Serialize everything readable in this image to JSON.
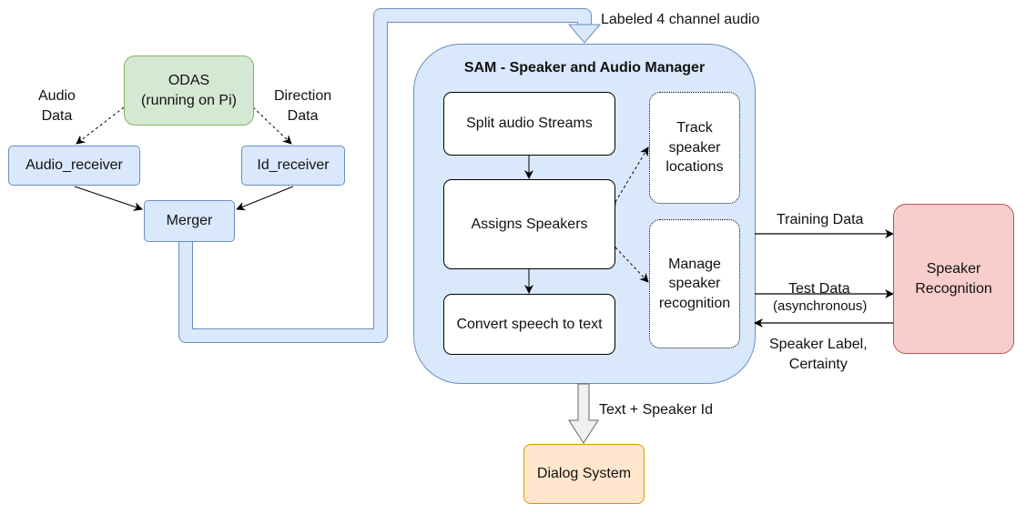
{
  "nodes": {
    "odas": "ODAS\n(running on Pi)",
    "audio_receiver": "Audio_receiver",
    "id_receiver": "Id_receiver",
    "merger": "Merger",
    "sam_title": "SAM - Speaker and Audio Manager",
    "split_audio": "Split audio Streams",
    "assign_speakers": "Assigns Speakers",
    "convert_speech": "Convert speech to text",
    "track_locations": "Track\nspeaker\nlocations",
    "manage_recognition": "Manage\nspeaker\nrecognition",
    "speaker_recognition": "Speaker\nRecognition",
    "dialog_system": "Dialog System"
  },
  "edges": {
    "audio_data": "Audio\nData",
    "direction_data": "Direction\nData",
    "labeled_audio": "Labeled 4 channel audio",
    "training_data": "Training Data",
    "test_data": "Test Data",
    "asynchronous": "(asynchronous)",
    "speaker_label": "Speaker Label,\nCertainty",
    "text_speaker_id": "Text + Speaker Id"
  },
  "colors": {
    "blue_fill": "#dae8fc",
    "blue_stroke": "#6c8ebf",
    "green_fill": "#d5e8d4",
    "green_stroke": "#82b366",
    "red_fill": "#f8cecc",
    "red_stroke": "#b85450",
    "orange_fill": "#ffe6cc",
    "orange_stroke": "#d79b00"
  }
}
